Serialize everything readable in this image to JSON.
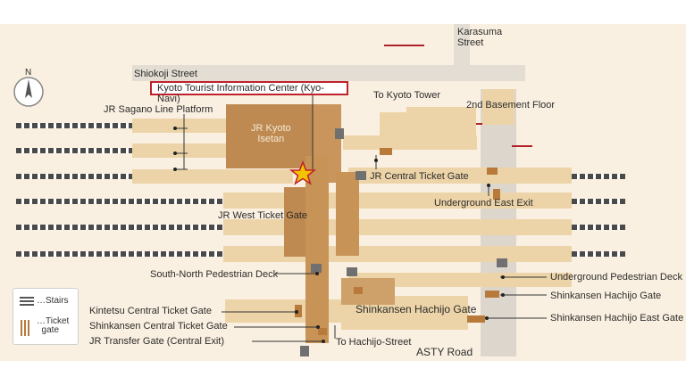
{
  "labels": {
    "karasuma": "Karasuma\nStreet",
    "shiokoji": "Shiokoji Street",
    "kyo_navi": "Kyoto Tourist Information Center (Kyo-Navi)",
    "kyoto_tower": "To Kyoto Tower",
    "basement": "2nd Basement Floor",
    "sagano": "JR Sagano Line Platform",
    "isetan": "JR Kyoto\nIsetan",
    "jr_central": "JR Central Ticket Gate",
    "underground_east": "Underground East Exit",
    "jr_west": "JR West Ticket Gate",
    "south_north": "South-North Pedestrian Deck",
    "underground_ped": "Underground Pedestrian Deck",
    "shinkansen_hachijo_gate_r": "Shinkansen Hachijo Gate",
    "shinkansen_hachijo_gate": "Shinkansen Hachijo Gate",
    "shinkansen_hachijo_east": "Shinkansen Hachijo East Gate",
    "kintetsu": "Kintetsu Central Ticket Gate",
    "shinkansen_central": "Shinkansen Central Ticket Gate",
    "jr_transfer": "JR Transfer Gate (Central Exit)",
    "hachijo_street": "To Hachijo-Street",
    "asty": "ASTY Road",
    "north": "N"
  },
  "legend": {
    "stairs": "…Stairs",
    "gate": "…Ticket\n  gate"
  },
  "colors": {
    "background": "#faf0e1",
    "platform": "#ecd3a6",
    "building_dark": "#c08a52",
    "building_mid": "#d7ab74",
    "corridor_gray": "#d9d4cc",
    "accent_red": "#c0202a",
    "star": "#f5c400"
  }
}
